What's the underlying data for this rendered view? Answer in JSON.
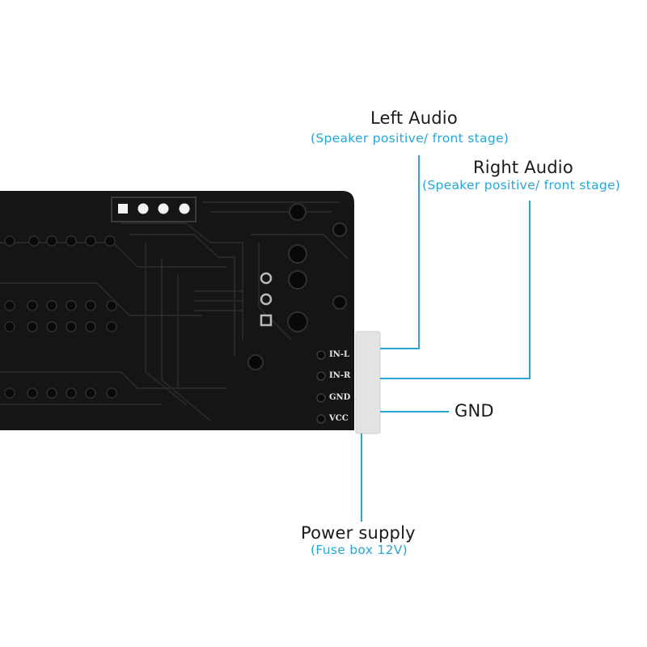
{
  "callouts": {
    "left_audio": {
      "title": "Left Audio",
      "note": "(Speaker positive/ front stage)"
    },
    "right_audio": {
      "title": "Right Audio",
      "note": "(Speaker positive/ front stage)"
    },
    "gnd": {
      "title": "GND"
    },
    "power": {
      "title": "Power supply",
      "note": "(Fuse box 12V)"
    }
  },
  "pins": [
    "IN-L",
    "IN-R",
    "GND",
    "VCC"
  ],
  "colors": {
    "pcb": "#151515",
    "trace": "#262626",
    "leader_line": "#29a6d6",
    "note_text": "#29a6d6",
    "connector": "#e3e3e3"
  }
}
